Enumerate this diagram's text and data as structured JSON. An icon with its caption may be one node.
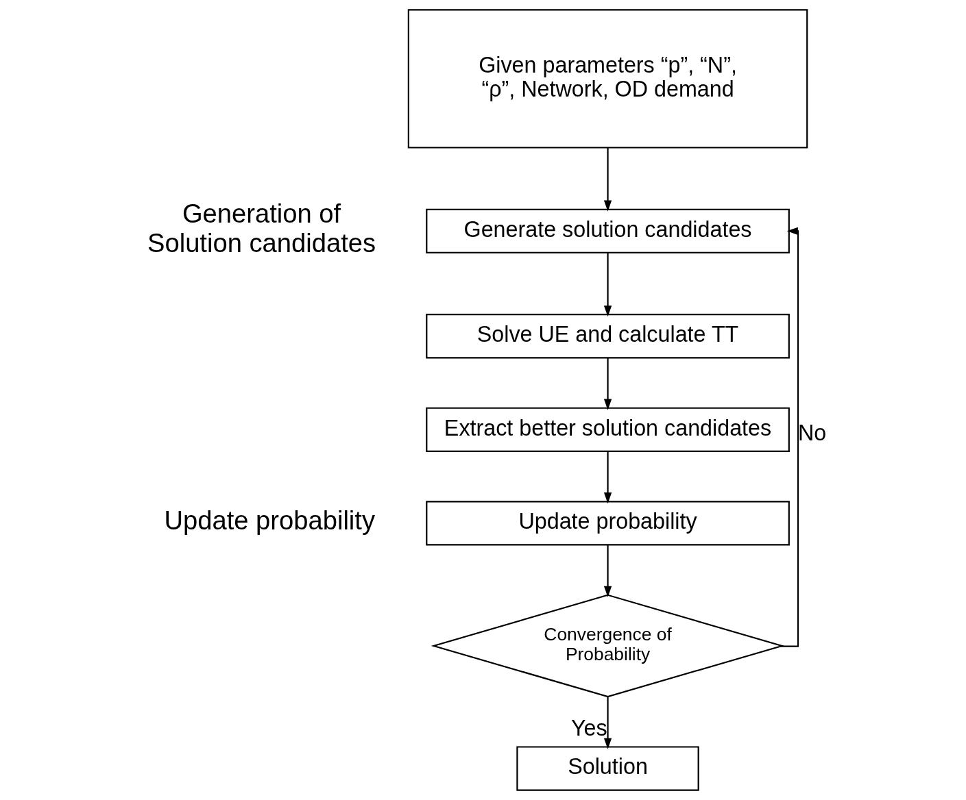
{
  "diagram": {
    "nodes": [
      {
        "text": [
          "Given parameters “p”, “N”, “ρ”, Network, OD demand"
        ]
      },
      {
        "text": [
          "Generate solution candidates"
        ]
      },
      {
        "text": [
          "Solve UE and calculate TT"
        ]
      },
      {
        "text": [
          "Extract better solution candidates"
        ]
      },
      {
        "text": [
          "Update probability"
        ]
      },
      {
        "text": [
          "Convergence of Probability"
        ]
      },
      {
        "text": [
          "Solution"
        ]
      }
    ],
    "edges": [
      {
        "from": 0,
        "to": 1,
        "arrow": "to"
      },
      {
        "from": 1,
        "to": 2,
        "arrow": "to"
      },
      {
        "from": 2,
        "to": 3,
        "arrow": "to"
      },
      {
        "from": 3,
        "to": 4,
        "arrow": "to"
      },
      {
        "from": 4,
        "to": 5,
        "arrow": "to"
      },
      {
        "from": 5,
        "to": 6,
        "arrow": "to",
        "label": "Yes"
      },
      {
        "from": 5,
        "to": 1,
        "arrow": "to",
        "label": "No"
      }
    ],
    "labels": [
      "Generation of Solution candidates",
      "Update probability"
    ]
  }
}
